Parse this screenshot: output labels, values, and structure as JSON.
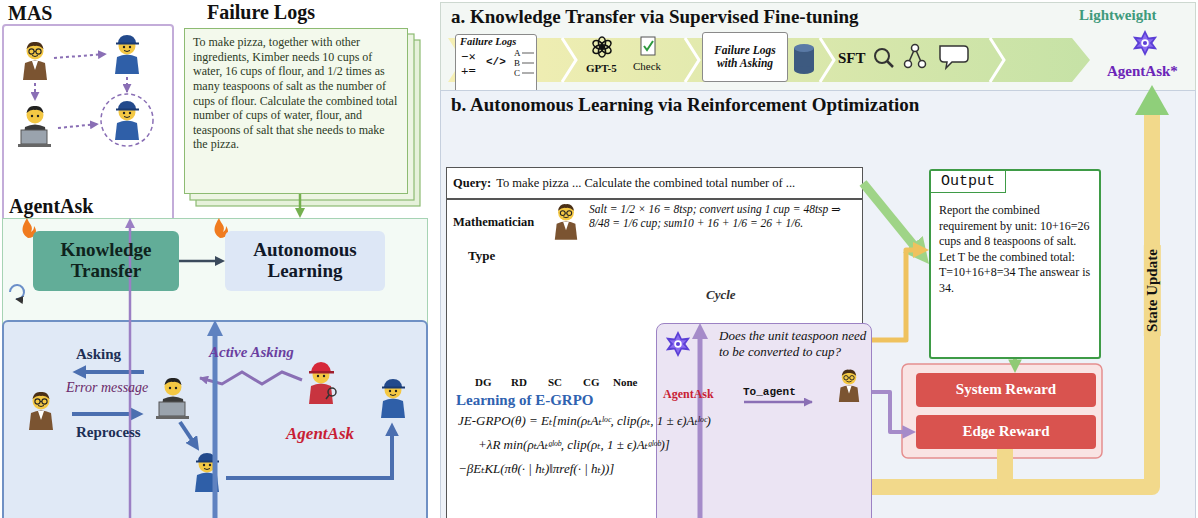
{
  "diagram": {
    "nodes": [
      {
        "text": [
          "MAS"
        ]
      },
      {
        "text": [
          "Failure Logs",
          "To make pizza, together with other ingredients, Kimber needs 10 cups of water, 16 cups of flour, and 1/2 times as many teaspoons of salt as the number of cups of flour. Calculate the combined total number of cups of water, flour, and teaspoons of salt that she needs to make the pizza."
        ]
      },
      {
        "text": [
          "AgentAsk"
        ]
      },
      {
        "text": [
          "Knowledge Transfer"
        ],
        "in": 2
      },
      {
        "text": [
          "Autonomous Learning"
        ],
        "in": 2
      },
      {
        "text": [
          "Asking",
          "Error message",
          "Reprocess",
          "Active Asking",
          "AgentAsk"
        ]
      },
      {
        "text": [
          "a. Knowledge Transfer via Supervised Fine-tuning",
          "Lightweight"
        ]
      },
      {
        "text": [
          "Failure Logs",
          "−×",
          "+=",
          "</>",
          "A",
          "B",
          "C"
        ],
        "in": 6
      },
      {
        "text": [
          "Failure Logs with Asking"
        ],
        "in": 6
      },
      {
        "text": [
          "AgentAsk*"
        ],
        "in": 6
      },
      {
        "text": [
          "b. Autonomous Learning via Reinforcement Optimization"
        ]
      },
      {
        "text": [
          "Query:",
          "To make pizza ... Calculate the combined total number of ..."
        ],
        "in": 10
      },
      {
        "text": [
          "Mathematician",
          "Salt = 1/2 × 16 = 8tsp; convert using 1 cup = 48tsp ⇒ 8/48 = 1/6 cup; sum10 + 16 + 1/6 = 26 + 1/6."
        ],
        "in": 10
      },
      {
        "text": [
          "Output",
          "Report the combined requirement by unit: 10+16=26 cups and 8 teaspoons of salt. Let T be the combined total: T=10+16+8=34 The answear is 34."
        ],
        "in": 10
      },
      {
        "text": [
          "Does the unit teaspoon need to be converted to cup?",
          "AgentAsk",
          "To_agent"
        ],
        "in": 10
      },
      {
        "text": [
          "System Reward"
        ],
        "in": 10
      },
      {
        "text": [
          "Edge Reward"
        ],
        "in": 10
      }
    ],
    "edges": [
      {
        "from": 0,
        "to": 2,
        "arrow": "to"
      },
      {
        "from": 1,
        "to": 2,
        "arrow": "to"
      },
      {
        "from": 3,
        "to": 4,
        "arrow": "to"
      },
      {
        "from": 2,
        "to": 5,
        "arrow": "to"
      },
      {
        "from": 11,
        "to": 13,
        "arrow": "to"
      },
      {
        "from": 12,
        "to": 14,
        "arrow": "to"
      },
      {
        "from": 14,
        "to": 13,
        "arrow": "to"
      },
      {
        "from": 13,
        "to": 15,
        "arrow": "to"
      },
      {
        "from": 14,
        "to": 16,
        "arrow": "to"
      },
      {
        "from": 16,
        "to": 9,
        "arrow": "to",
        "label": "State Update"
      }
    ],
    "labels": [
      "GPT-5",
      "Check",
      "SFT",
      "Type",
      "DG",
      "RD",
      "SC",
      "CG",
      "None",
      "Cycle",
      "Learning of E-GRPO",
      "JE-GRPO(θ) = Eₜ[min(ρₜAₜˡᵒᶜ, clip(ρₜ, 1 ± ϵ)Aₜˡᵒᶜ)",
      "+λR min(ρₜAₜᵍˡᵒᵇ, clip(ρₜ, 1 ± ϵ)Aₜᵍˡᵒᵇ)]",
      "−βEₜKL(πθ(· | hₜ)‖πref(· | hₜ))]"
    ]
  }
}
